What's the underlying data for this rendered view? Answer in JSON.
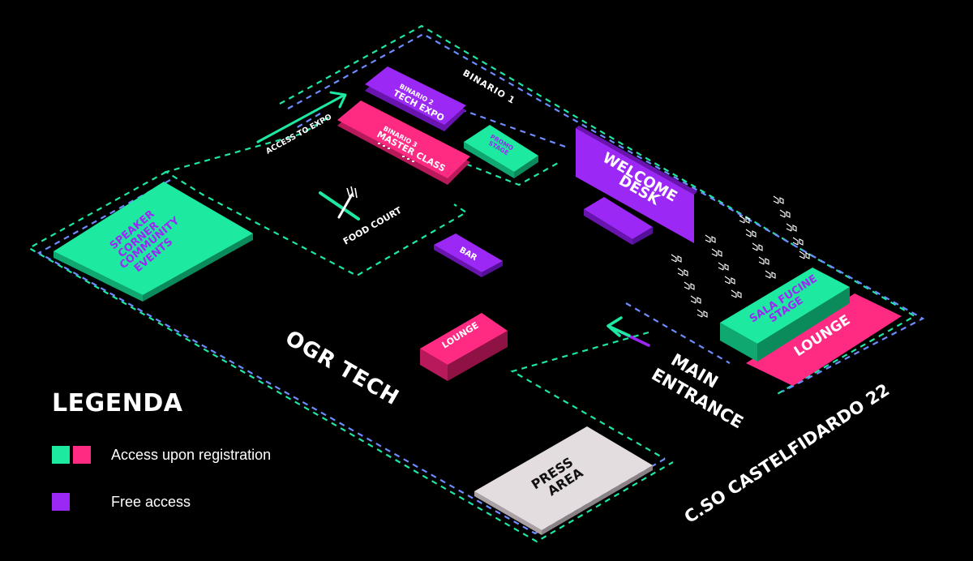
{
  "colors": {
    "green": "#1de9a0",
    "green_dark": "#0fa870",
    "pink": "#ff2a82",
    "pink_dark": "#b8195a",
    "purple": "#9b28f5",
    "purple_dark": "#6a14b0",
    "grey": "#e4dde0",
    "grey_dark": "#a9a1a5",
    "border_green": "#1ee6a4",
    "border_blue": "#6f8cff"
  },
  "areas": {
    "binario1": "BINARIO 1",
    "binario2": [
      "BINARIO 2",
      "TECH EXPO"
    ],
    "binario3": [
      "BINARIO 3",
      "MASTER CLASS"
    ],
    "promo": [
      "PROMO",
      "STAGE"
    ],
    "welcome": [
      "WELCOME",
      "DESK"
    ],
    "food_court": "FOOD COURT",
    "bar": "BAR",
    "speaker": [
      "SPEAKER",
      "CORNER",
      "COMMUNITY",
      "EVENTS"
    ],
    "lounge_center": "LOUNGE",
    "sala": [
      "SALA FUCINE",
      "STAGE"
    ],
    "lounge_right": "LOUNGE",
    "press": [
      "PRESS",
      "AREA"
    ],
    "ogr": "OGR TECH",
    "main_entrance": [
      "MAIN",
      "ENTRANCE"
    ],
    "access_expo": "ACCESS TO EXPO",
    "street": "C.SO CASTELFIDARDO 22"
  },
  "legend": {
    "title": "LEGENDA",
    "registration": "Access upon registration",
    "free": "Free access"
  }
}
